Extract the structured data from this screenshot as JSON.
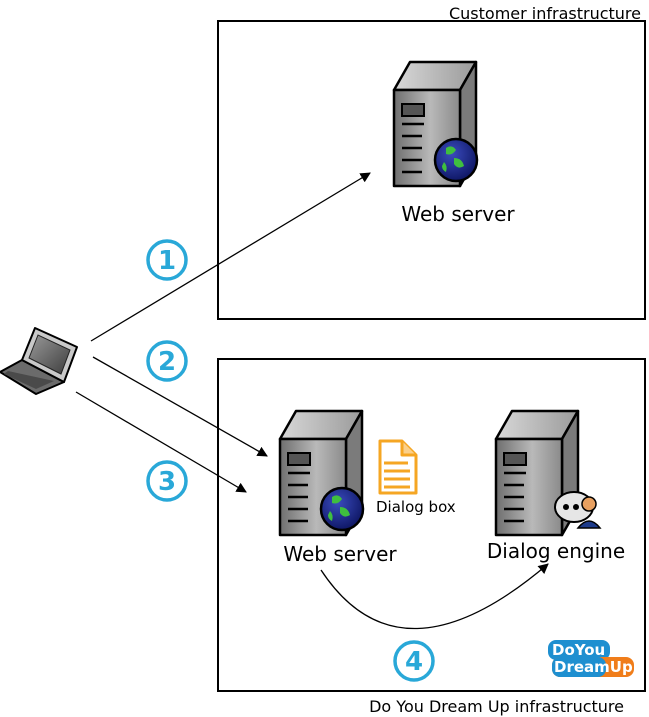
{
  "regions": {
    "customer": {
      "label": "Customer infrastructure"
    },
    "dydu": {
      "label": "Do You Dream Up infrastructure"
    }
  },
  "nodes": {
    "customer_web_server": {
      "label": "Web server",
      "icon": "server-globe-icon"
    },
    "dydu_web_server": {
      "label": "Web server",
      "icon": "server-globe-icon"
    },
    "dialog_engine": {
      "label": "Dialog engine",
      "icon": "server-icon"
    },
    "dialog_box": {
      "label": "Dialog box",
      "icon": "document-icon"
    },
    "client": {
      "icon": "laptop-icon"
    }
  },
  "steps": [
    {
      "num": "1"
    },
    {
      "num": "2"
    },
    {
      "num": "3"
    },
    {
      "num": "4"
    }
  ],
  "logo": {
    "line1": "DoYou",
    "line2": "DreamUp"
  },
  "colors": {
    "step": "#29a8d8",
    "border": "#000000",
    "document": "#f5a623",
    "logo_blue": "#1e8fd0",
    "logo_orange": "#f07d1a"
  }
}
